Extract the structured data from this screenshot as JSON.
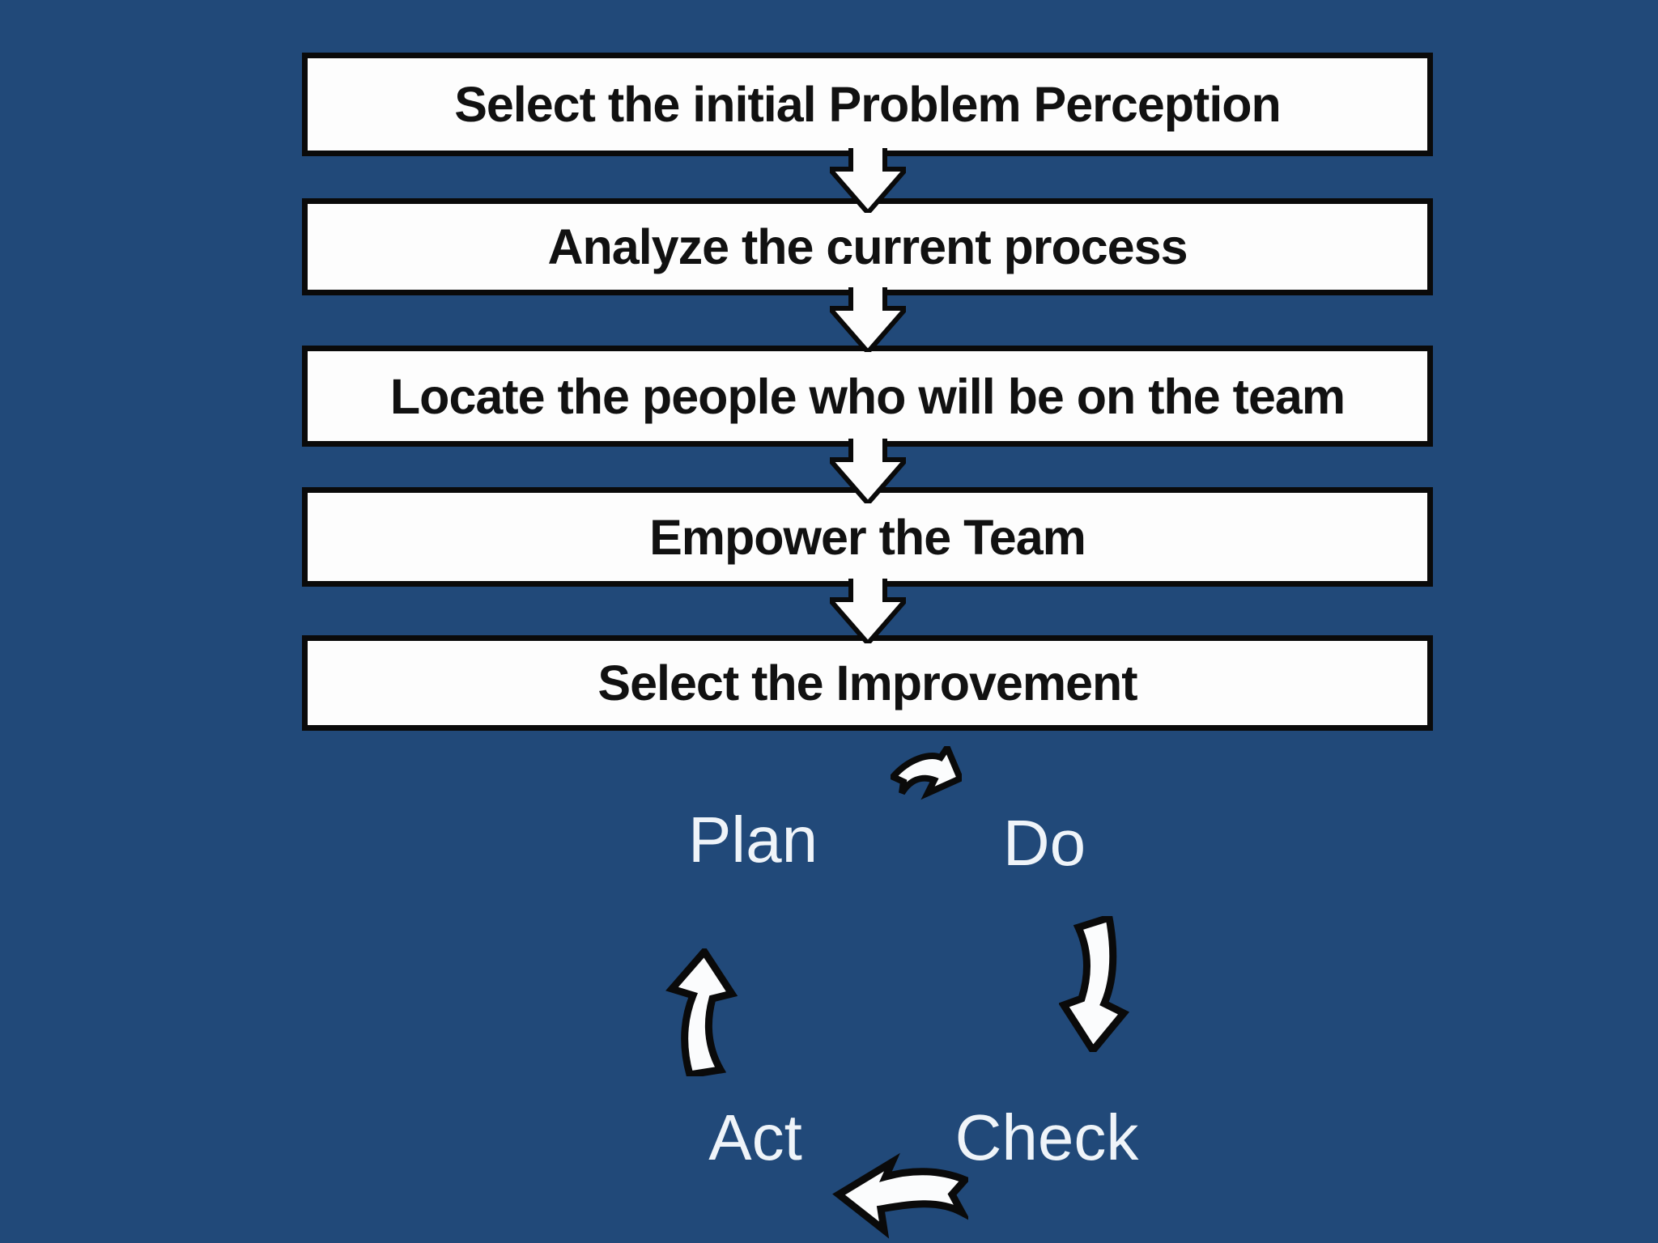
{
  "canvas": {
    "background_color": "#214979",
    "box_fill_color": "#fdfdfd",
    "outline_color": "#0a0a0a",
    "cycle_text_color": "#eff4f9"
  },
  "flowchart": {
    "steps": [
      {
        "label": "Select the initial Problem Perception"
      },
      {
        "label": "Analyze the current process"
      },
      {
        "label": "Locate the people who will be on the team"
      },
      {
        "label": "Empower the Team"
      },
      {
        "label": "Select the Improvement"
      }
    ]
  },
  "cycle": {
    "labels": {
      "plan": "Plan",
      "do": "Do",
      "check": "Check",
      "act": "Act"
    }
  }
}
